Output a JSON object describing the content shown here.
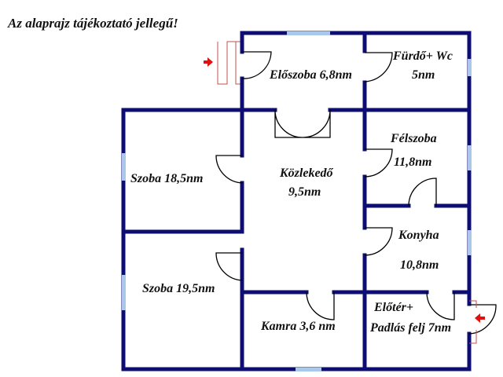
{
  "disclaimer": "Az alaprajz tájékoztató jellegű!",
  "colors": {
    "wall": "#0d0d73",
    "window": "#a9c8ea",
    "door_swing": "#000000",
    "entrance_arrow": "#e01010",
    "steps": "#c0504d"
  },
  "rooms": [
    {
      "name_line1": "Előszoba 6,8nm",
      "name_line2": ""
    },
    {
      "name_line1": "Fürdő+ Wc",
      "name_line2": "5nm"
    },
    {
      "name_line1": "Félszoba",
      "name_line2": "11,8nm"
    },
    {
      "name_line1": "Szoba 18,5nm",
      "name_line2": ""
    },
    {
      "name_line1": "Közlekedő",
      "name_line2": "9,5nm"
    },
    {
      "name_line1": "Konyha",
      "name_line2": "10,8nm"
    },
    {
      "name_line1": "Szoba 19,5nm",
      "name_line2": ""
    },
    {
      "name_line1": "Kamra 3,6 nm",
      "name_line2": ""
    },
    {
      "name_line1": "Előtér+",
      "name_line2": "Padlás felj 7nm"
    }
  ],
  "entrances": [
    {
      "name": "main-entrance",
      "icon": "arrow-right-icon"
    },
    {
      "name": "side-entrance",
      "icon": "arrow-left-icon"
    }
  ]
}
